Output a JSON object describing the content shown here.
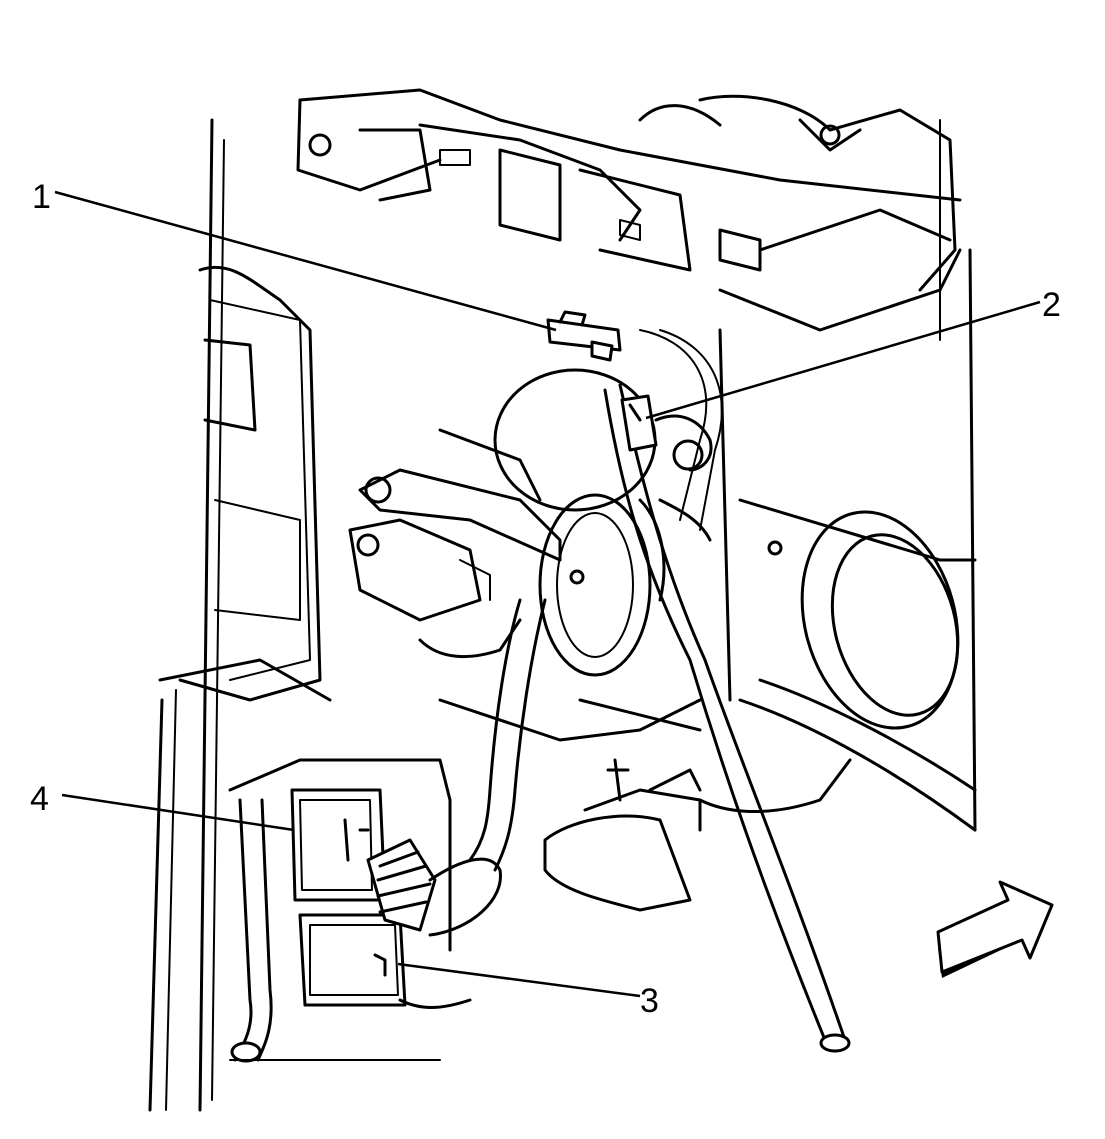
{
  "diagram": {
    "callouts": [
      {
        "id": "1",
        "label": "1"
      },
      {
        "id": "2",
        "label": "2"
      },
      {
        "id": "3",
        "label": "3"
      },
      {
        "id": "4",
        "label": "4"
      }
    ],
    "icons": {
      "direction_arrow": "forward-arrow-icon"
    }
  }
}
